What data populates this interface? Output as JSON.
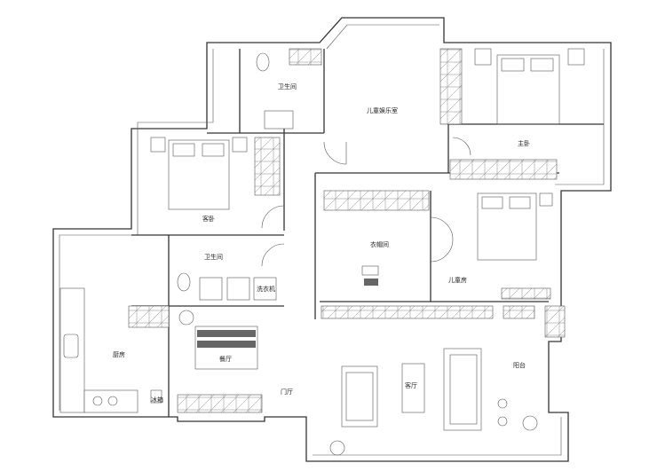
{
  "rooms": {
    "bathroom_top": "卫生间",
    "kids_play": "儿童娱乐室",
    "master_bedroom": "主卧",
    "guest_bedroom": "客卧",
    "bathroom_mid": "卫生间",
    "closet": "衣帽间",
    "laundry": "洗衣机",
    "kids_room": "儿童房",
    "kitchen": "厨房",
    "dining": "餐厅",
    "foyer": "门厅",
    "living": "客厅",
    "balcony": "阳台",
    "fridge": "冰箱"
  }
}
